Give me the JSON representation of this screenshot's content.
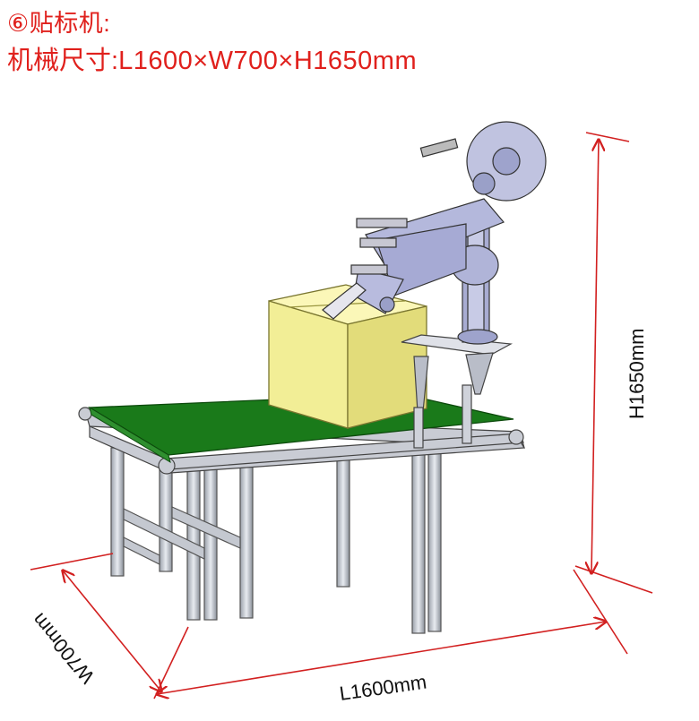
{
  "heading": "⑥贴标机:",
  "dimensions_label": "机械尺寸:",
  "dimensions_value": "L1600×W700×H1650mm",
  "dim_length": "L1600mm",
  "dim_width": "W700mm",
  "dim_height": "H1650mm",
  "colors": {
    "title": "#e0201c",
    "dimension_line": "#d22020",
    "belt": "#1a7a1a",
    "box": "#f2ee96",
    "frame": "#c4c8d0",
    "labeler": "#b0b4d8"
  }
}
